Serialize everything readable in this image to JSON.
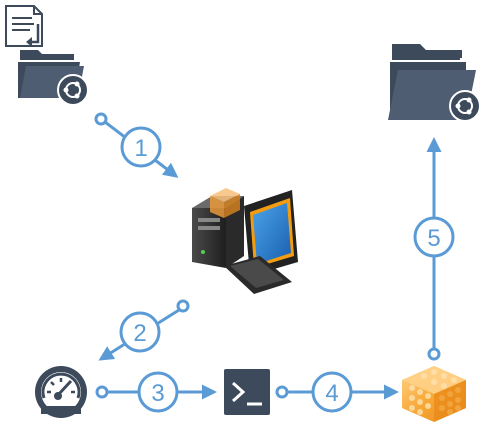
{
  "steps": [
    {
      "label": "1"
    },
    {
      "label": "2"
    },
    {
      "label": "3"
    },
    {
      "label": "4"
    },
    {
      "label": "5"
    }
  ],
  "icons": {
    "source": "folder-with-download-document-icon",
    "target": "folder-with-sync-icon",
    "computer": "desktop-computer-icon",
    "gauge": "gauge-icon",
    "terminal": "terminal-icon",
    "data": "orange-data-cube-icon"
  },
  "colors": {
    "flow": "#5b9bd5",
    "icon_dark": "#3d4a5c",
    "cube": "#f5a623"
  }
}
